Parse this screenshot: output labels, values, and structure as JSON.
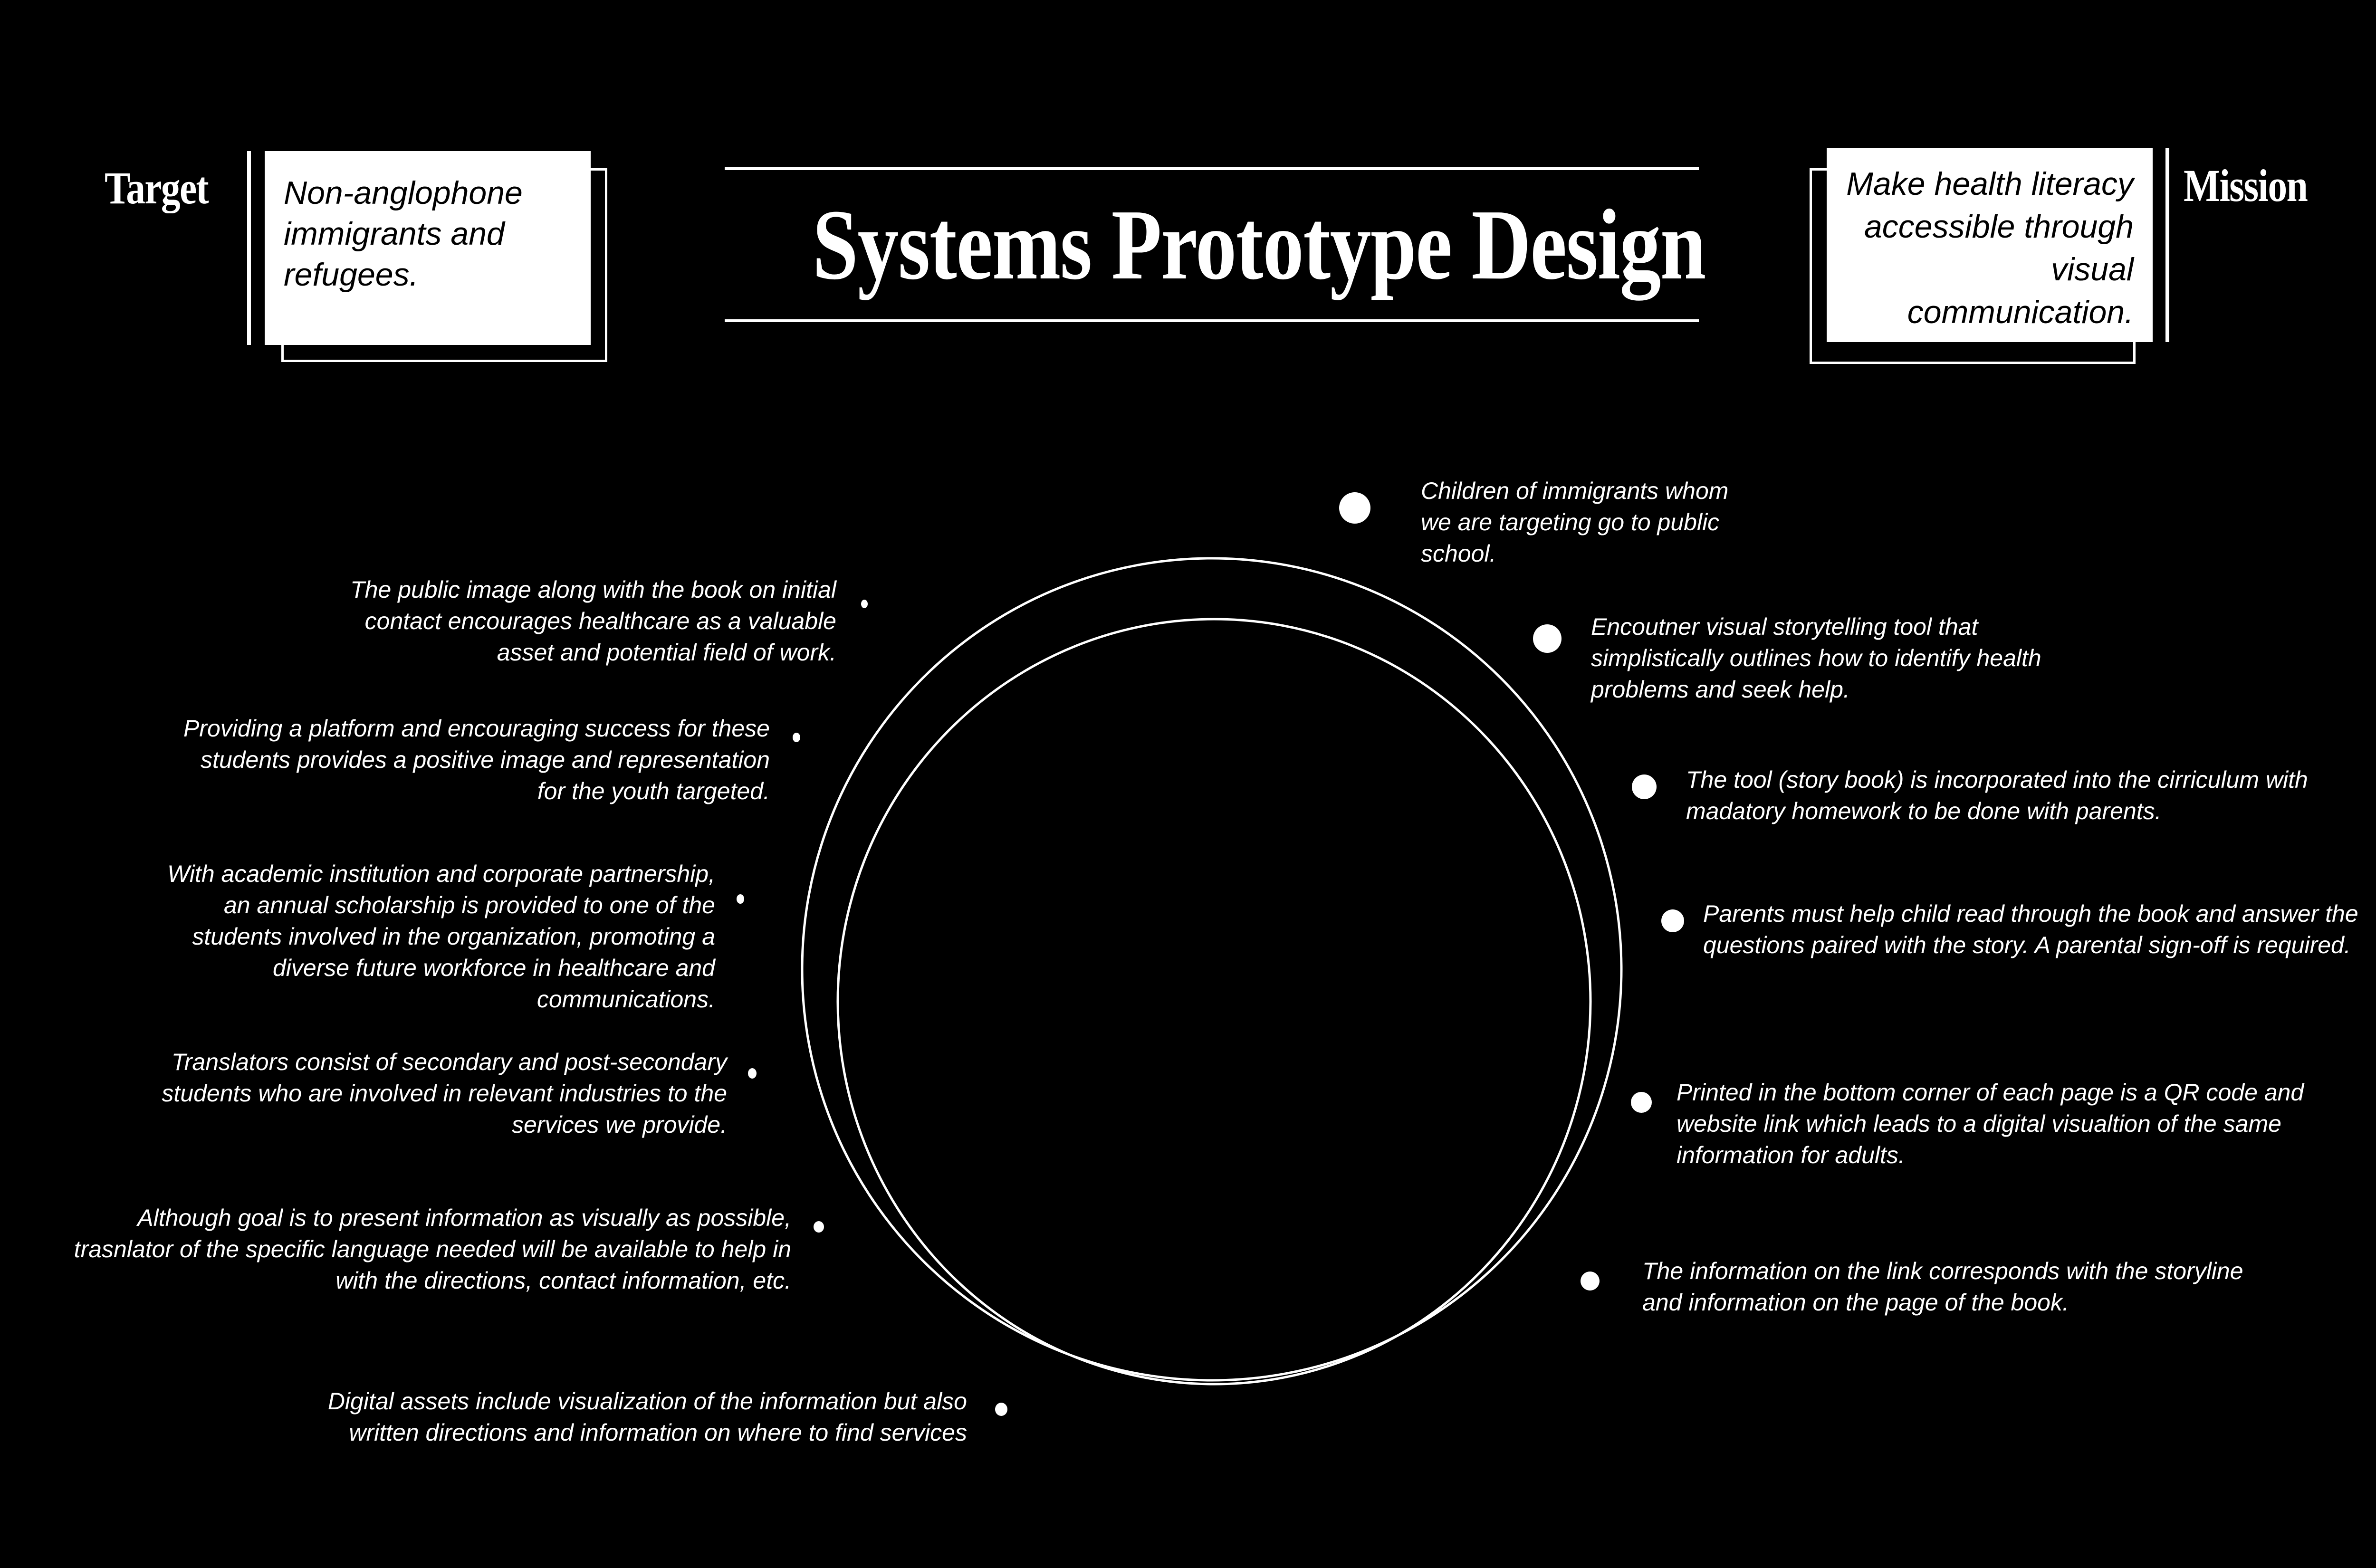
{
  "header": {
    "title": "Systems Prototype Design",
    "target": {
      "label": "Target",
      "text": "Non-anglophone immigrants and refugees."
    },
    "mission": {
      "label": "Mission",
      "text": "Make health literacy accessible through visual communication."
    }
  },
  "diagram": {
    "shape": "two overlapping circles",
    "left_notes": [
      {
        "text": "The public image along with the book on initial contact encourages healthcare as a valuable asset and potential field of work."
      },
      {
        "text": "Providing a platform and encouraging success for these students provides a positive image and representation for the youth targeted."
      },
      {
        "text": "With academic institution and corporate partnership, an annual scholarship is provided to one of the students involved in the organization, promoting a diverse future workforce in healthcare and communications."
      },
      {
        "text": "Translators consist of secondary and post-secondary students who are involved in relevant industries to the services we provide."
      },
      {
        "text": "Although goal is to present information as visually as possible, trasnlator of the specific language needed will be available to help in with the directions, contact information, etc."
      },
      {
        "text": "Digital assets include visualization of the information but also written directions and information on where to find services"
      }
    ],
    "right_notes": [
      {
        "text": "Children of immigrants whom we are targeting go to public school."
      },
      {
        "text": "Encoutner visual storytelling tool that simplistically outlines how to identify health problems and seek help."
      },
      {
        "text": "The tool (story book) is incorporated into the cirriculum with madatory homework to be done with parents."
      },
      {
        "text": "Parents must help child read through the book and answer the questions paired with the story. A parental sign-off is required."
      },
      {
        "text": "Printed in the bottom corner of each page is a QR code and website link which leads to a digital visualtion of the same information for adults."
      },
      {
        "text": "The information on the link corresponds with the storyline and information on the page of the book."
      }
    ]
  },
  "colors": {
    "background": "#000000",
    "foreground": "#ffffff"
  }
}
